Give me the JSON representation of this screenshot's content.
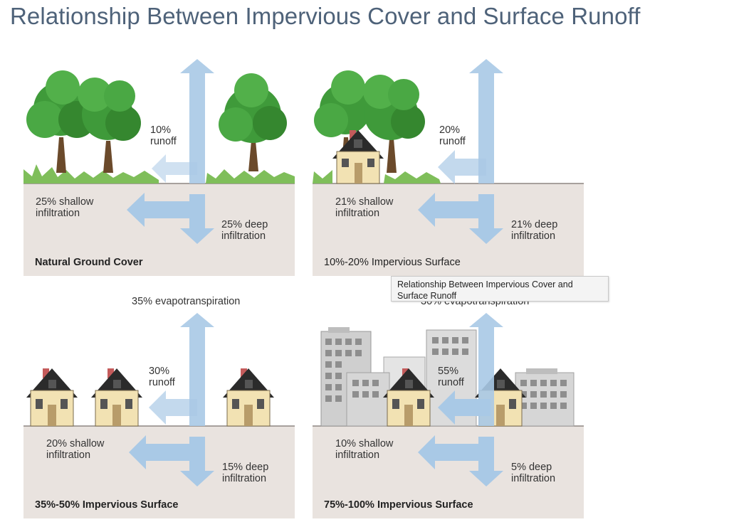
{
  "title": "Relationship Between Impervious Cover and Surface Runoff",
  "tooltip": "Relationship Between Impervious Cover and Surface Runoff",
  "panels": [
    {
      "caption": "Natural Ground Cover",
      "runoff": "10%\nrunoff",
      "shallow": "25% shallow\ninfiltration",
      "deep": "25% deep\ninfiltration",
      "evapotranspiration": ""
    },
    {
      "caption": "10%-20% Impervious Surface",
      "runoff": "20%\nrunoff",
      "shallow": "21% shallow\ninfiltration",
      "deep": "21% deep\ninfiltration",
      "evapotranspiration": ""
    },
    {
      "caption": "35%-50% Impervious Surface",
      "runoff": "30%\nrunoff",
      "shallow": "20% shallow\ninfiltration",
      "deep": "15% deep\ninfiltration",
      "evapotranspiration": "35% evapotranspiration"
    },
    {
      "caption": "75%-100% Impervious Surface",
      "runoff": "55%\nrunoff",
      "shallow": "10% shallow\ninfiltration",
      "deep": "5% deep\ninfiltration",
      "evapotranspiration": "30% evapotranspiration"
    }
  ],
  "colors": {
    "title": "#4e6279",
    "ground": "#e9e3df",
    "arrow": "#a9c9e6",
    "tree": "#3f9a3a",
    "house_wall": "#f2e2b3",
    "house_roof": "#2b2b2b",
    "building": "#d9d9d9"
  },
  "icons": [
    "tree-icon",
    "house-icon",
    "building-icon",
    "arrow-icon"
  ]
}
